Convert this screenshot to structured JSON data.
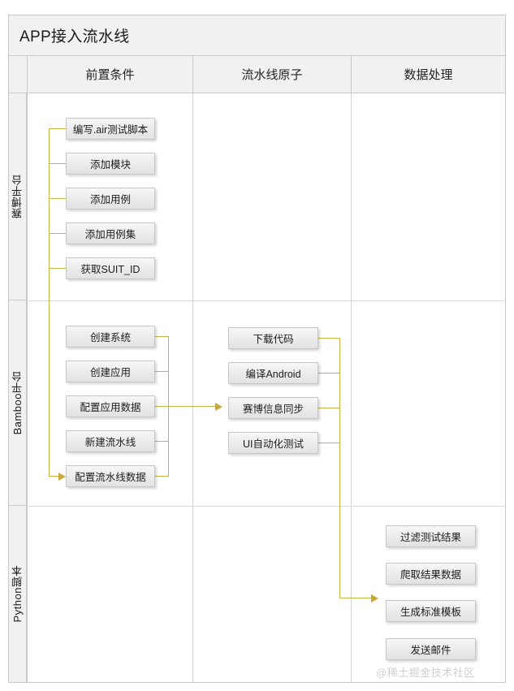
{
  "diagram": {
    "title": "APP接入流水线",
    "columns": [
      {
        "label": "前置条件"
      },
      {
        "label": "流水线原子"
      },
      {
        "label": "数据处理"
      }
    ],
    "lanes": [
      {
        "label": "赛博平台"
      },
      {
        "label": "Bamboo平台"
      },
      {
        "label": "Python脚本"
      }
    ],
    "nodes": {
      "lane0_col0": [
        {
          "label": "编写.air测试脚本"
        },
        {
          "label": "添加模块"
        },
        {
          "label": "添加用例"
        },
        {
          "label": "添加用例集"
        },
        {
          "label": "获取SUIT_ID"
        }
      ],
      "lane1_col0": [
        {
          "label": "创建系统"
        },
        {
          "label": "创建应用"
        },
        {
          "label": "配置应用数据"
        },
        {
          "label": "新建流水线"
        },
        {
          "label": "配置流水线数据"
        }
      ],
      "lane1_col1": [
        {
          "label": "下载代码"
        },
        {
          "label": "编译Android"
        },
        {
          "label": "赛博信息同步"
        },
        {
          "label": "UI自动化测试"
        }
      ],
      "lane2_col2": [
        {
          "label": "过滤测试结果"
        },
        {
          "label": "爬取结果数据"
        },
        {
          "label": "生成标准模板"
        },
        {
          "label": "发送邮件"
        }
      ]
    },
    "watermark": "@稀土掘金技术社区",
    "colors": {
      "connector": "#c5b443",
      "arrow": "#c9a935",
      "header_bg": "#f1f1f1",
      "node_border": "#c6c6c6",
      "frame_border": "#c9c9c9"
    }
  }
}
